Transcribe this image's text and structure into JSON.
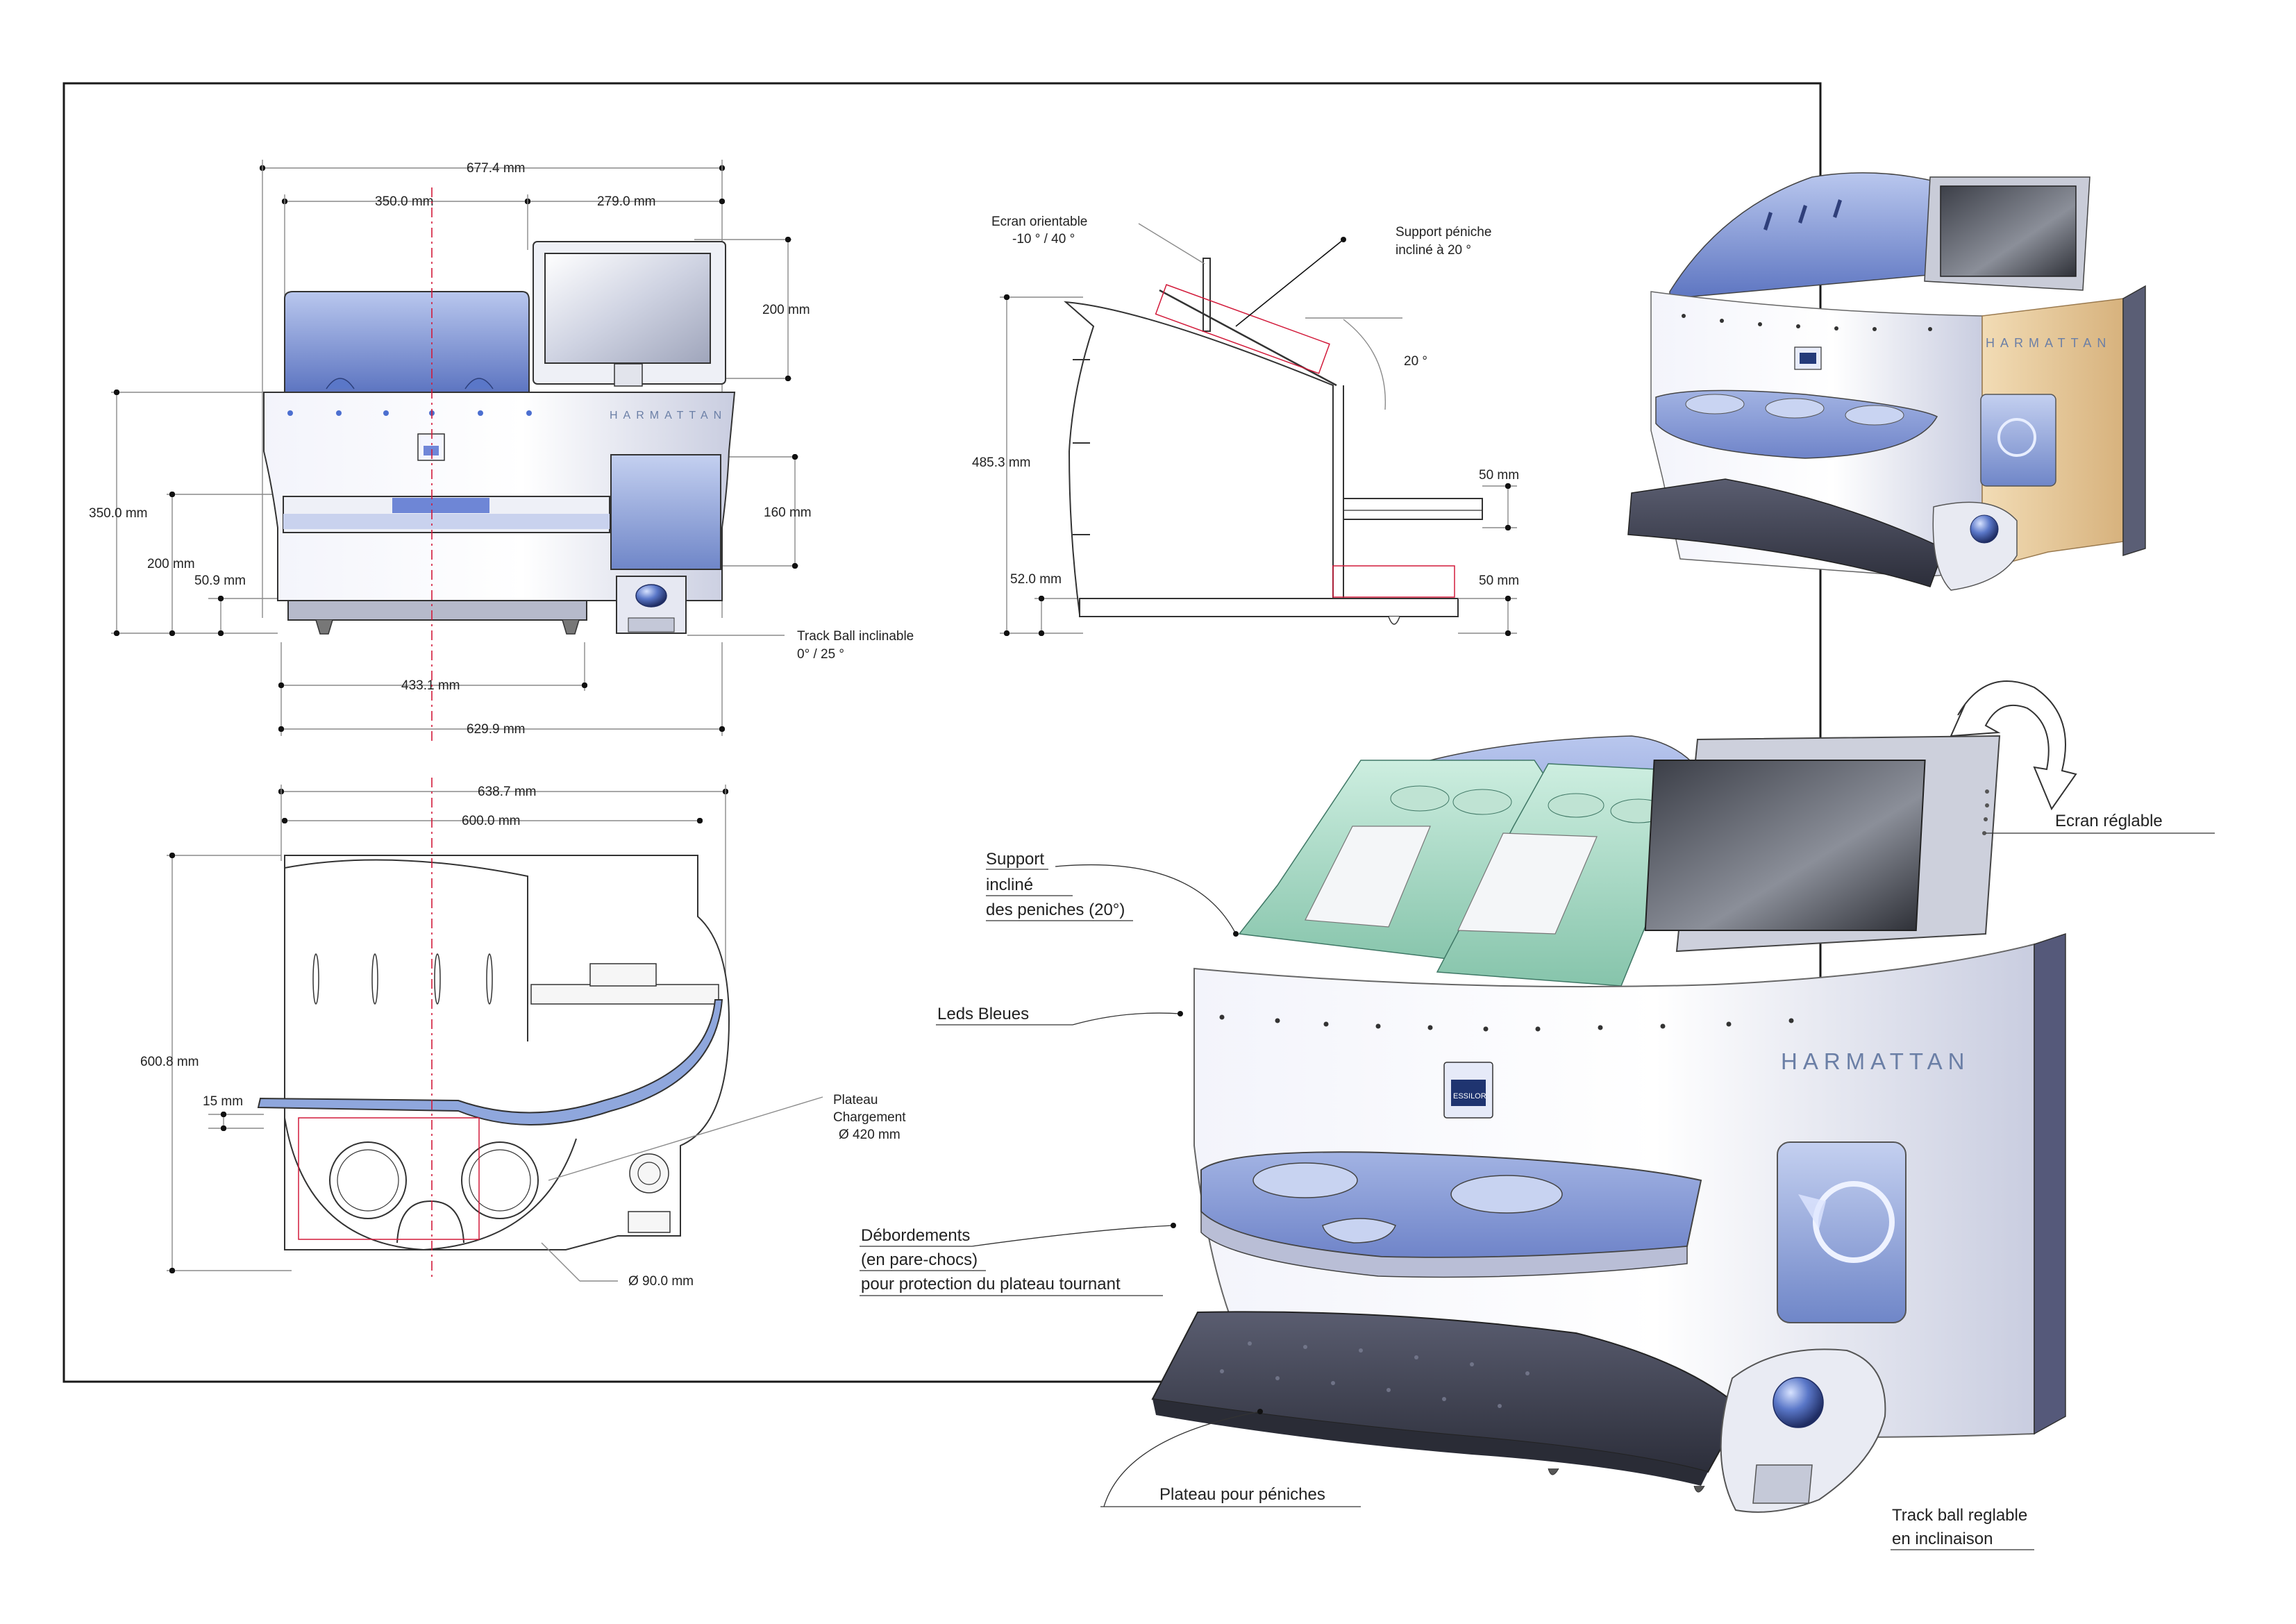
{
  "brand": "HARMATTAN",
  "logo_text": "ESSILOR",
  "front_view": {
    "dims": {
      "overall_width": "677.4 mm",
      "left_width": "350.0 mm",
      "right_width": "279.0 mm",
      "screen_height": "200 mm",
      "body_height": "350.0 mm",
      "opening_height": "160 mm",
      "lower_height": "200 mm",
      "base_height": "50.9 mm",
      "base_width": "433.1 mm",
      "footprint_width": "629.9 mm"
    },
    "trackball_note_line1": "Track Ball inclinable",
    "trackball_note_line2": "0° / 25 °"
  },
  "side_view": {
    "screen_note_line1": "Ecran orientable",
    "screen_note_line2": "-10 ° / 40 °",
    "support_note_line1": "Support péniche",
    "support_note_line2": "incliné à 20 °",
    "angle": "20 °",
    "height": "485.3 mm",
    "base": "52.0 mm",
    "tray_gap_top": "50 mm",
    "tray_gap_bottom": "50 mm"
  },
  "top_view": {
    "overall_width": "638.7 mm",
    "inner_width": "600.0 mm",
    "depth": "600.8 mm",
    "bumper": "15 mm",
    "plate_note_line1": "Plateau",
    "plate_note_line2": "Chargement",
    "plate_note_line3": "Ø  420 mm",
    "hole_diameter": "Ø 90.0 mm"
  },
  "render_labels": {
    "support_line1": "Support",
    "support_line2": "incliné",
    "support_line3": "des peniches (20°)",
    "leds": "Leds Bleues",
    "overflow_line1": "Débordements",
    "overflow_line2": "(en pare-chocs)",
    "overflow_line3": "pour protection du plateau tournant",
    "tray": "Plateau pour péniches",
    "screen": "Ecran réglable",
    "trackball_line1": "Track ball reglable",
    "trackball_line2": "en inclinaison"
  },
  "colors": {
    "accent_blue": "#5a77c8",
    "hood_blue": "#8fa2d6",
    "tray_green": "#a8d8c4",
    "wood": "#e6c99a",
    "frame": "#1a1a1a",
    "axis_red": "#d21a3a"
  }
}
